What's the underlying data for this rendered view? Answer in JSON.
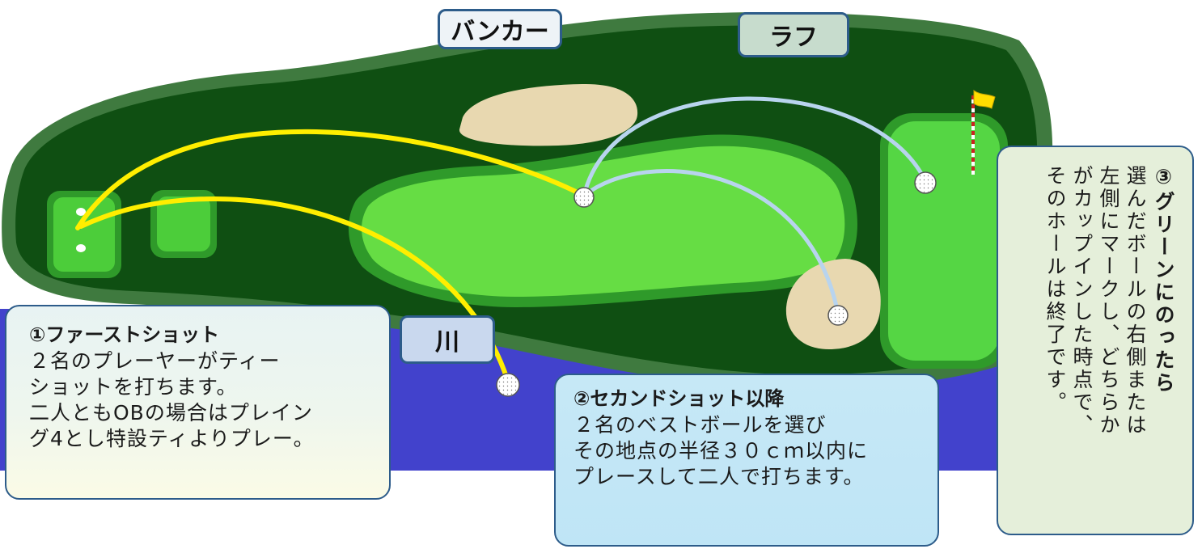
{
  "labels": {
    "bunker": "バンカー",
    "rough": "ラフ",
    "river": "川"
  },
  "note1": {
    "title": "①ファーストショット",
    "lines": [
      "２名のプレーヤーがティー",
      "ショットを打ちます。",
      "二人ともOBの場合はプレイン",
      "グ4とし特設ティよりプレー。"
    ]
  },
  "note2": {
    "title": "②セカンドショット以降",
    "lines": [
      "２名のベストボールを選び",
      "その地点の半径３０ｃｍ以内に",
      "プレースして二人で打ちます。"
    ]
  },
  "note3": {
    "title": "③グリーンにのったら",
    "lines": [
      "選んだボールの右側または",
      "左側にマークし、どちらか",
      "がカップインした時点で、",
      "そのホールは終了です。"
    ]
  },
  "colors": {
    "rough_outer": "#3f7a3f",
    "rough": "#0f4f12",
    "fairway": "#66dd44",
    "green": "#55d644",
    "bunker": "#e8d8b0",
    "water": "#4242cc",
    "shot_first": "#ffee00",
    "shot_second": "#b8d4ee",
    "flag": "#ffdd00"
  },
  "icons": [
    "golf-ball-icon",
    "flag-pin-icon"
  ]
}
